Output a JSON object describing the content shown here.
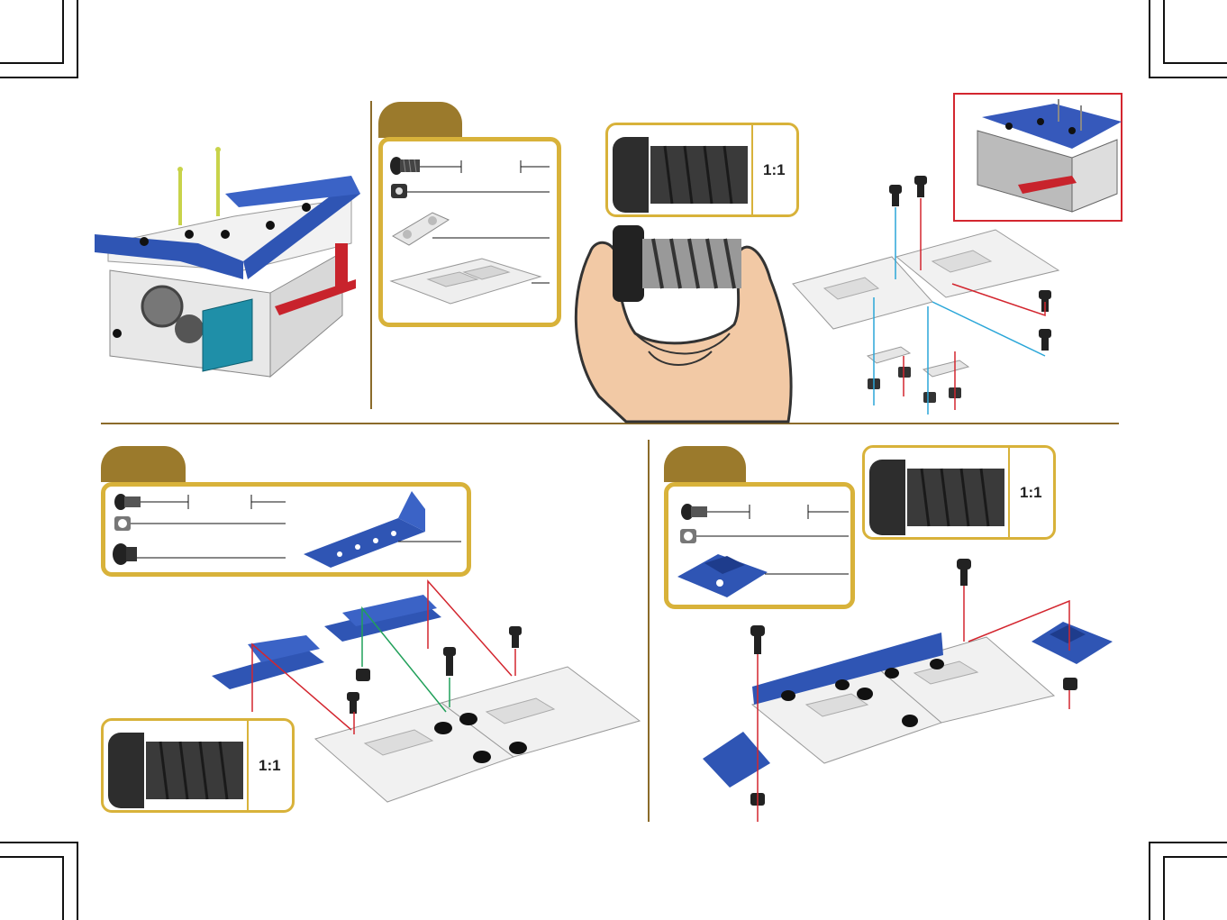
{
  "scale_boxes": [
    {
      "label": "1:1"
    },
    {
      "label": "1:1"
    },
    {
      "label": "1:1"
    }
  ],
  "colors": {
    "gold_border": "#d8b23a",
    "tab_brown": "#9b7a2c",
    "divider": "#8b6b2a",
    "part_blue": "#2f55b4",
    "line_red": "#d3262f",
    "line_cyan": "#2aa6d8",
    "line_green": "#21a05a"
  },
  "icons": [
    "screw-icon",
    "square-nut-icon",
    "lock-nut-icon",
    "rivet-icon",
    "link-plate-icon",
    "grid-plate-icon",
    "angle-bracket-icon",
    "corner-bracket-icon",
    "hand-icon"
  ]
}
